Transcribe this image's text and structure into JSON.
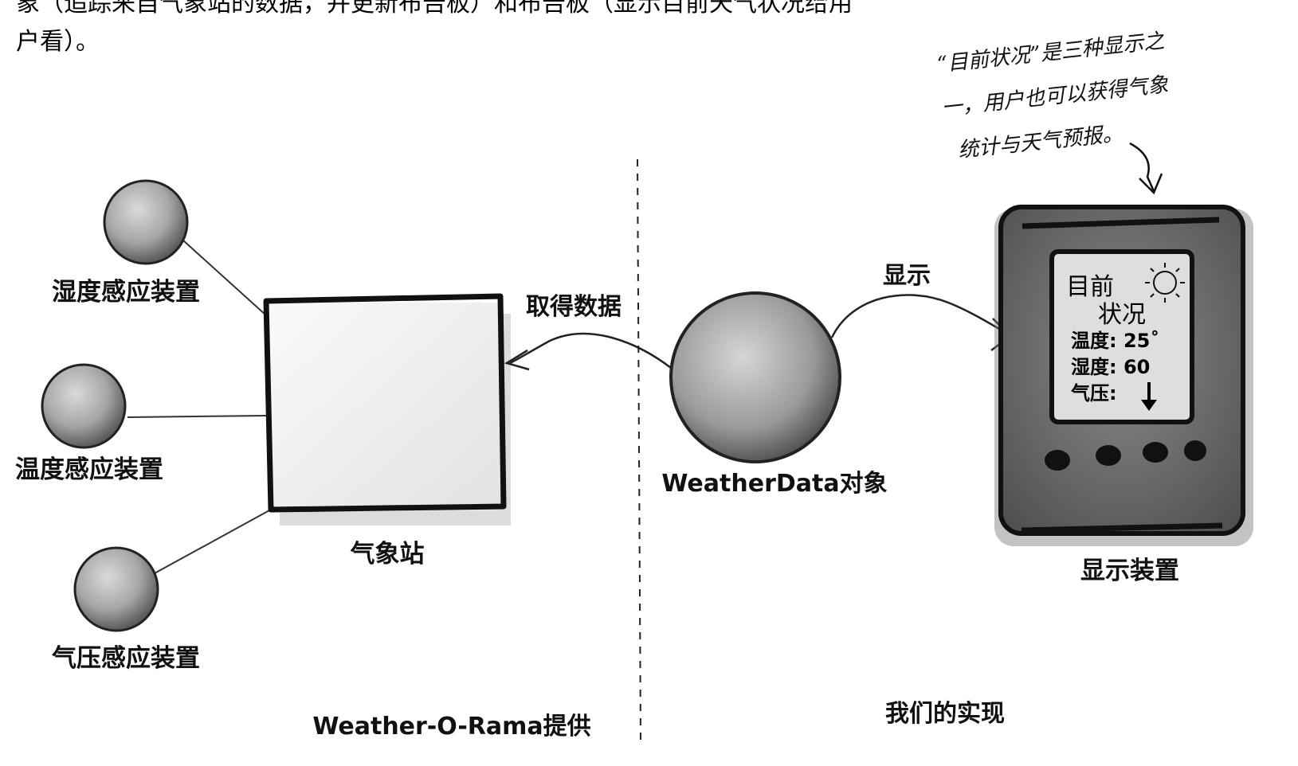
{
  "intro_text": {
    "line1": "象（追踪来自气象站的数据，并更新布告板）和布告板（显示目前天气状况给用",
    "line2": "户看）。"
  },
  "callout": {
    "line1": "“目前状况”是三种显示之",
    "line2": "一，用户也可以获得气象",
    "line3": "统计与天气预报。"
  },
  "sensors": [
    {
      "label": "湿度感应装置",
      "icon": "humidity-sensor-ball"
    },
    {
      "label": "温度感应装置",
      "icon": "temperature-sensor-ball"
    },
    {
      "label": "气压感应装置",
      "icon": "pressure-sensor-ball"
    }
  ],
  "station": {
    "label": "气象站"
  },
  "weatherdata": {
    "label": "WeatherData对象"
  },
  "arrows": {
    "fetch_label": "取得数据",
    "display_label": "显示"
  },
  "display_device": {
    "label": "显示装置",
    "screen": {
      "title_line1": "目前",
      "title_line2": "状况",
      "temperature": "温度:  25˚",
      "humidity": "湿度:  60",
      "pressure": "气压:"
    }
  },
  "sections": {
    "left_caption": "Weather-O-Rama提供",
    "right_caption": "我们的实现"
  },
  "colors": {
    "ink": "#111111",
    "sphere_light": "#c9c9c9",
    "sphere_dark": "#555555",
    "device_body": "#6e6e6e",
    "screen": "#dcdcdc"
  }
}
